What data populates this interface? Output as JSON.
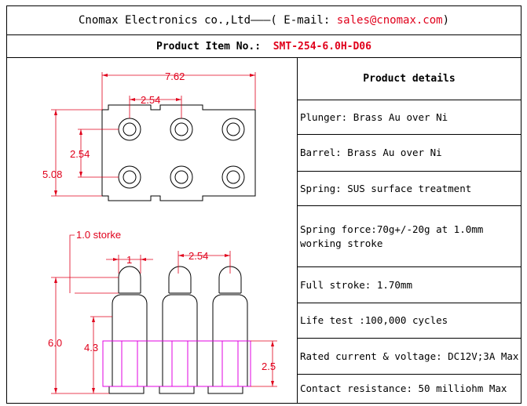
{
  "header": {
    "company": "Cnomax Electronics co.,Ltd",
    "dashes": "———(",
    "email_label": "E-mail:",
    "email": "sales@cnomax.com",
    "close": ")"
  },
  "item": {
    "label": "Product Item No.:",
    "number": "SMT-254-6.0H-D06"
  },
  "drawing": {
    "top_view": {
      "width": "7.62",
      "pitch": "2.54",
      "row_pitch": "2.54",
      "height": "5.08"
    },
    "side_view": {
      "stroke_note": "1.0 storke",
      "stroke": "1",
      "pitch": "2.54",
      "total_height": "6.0",
      "body_height": "4.3",
      "insulator_height": "2.5"
    },
    "colors": {
      "dimension": "#e0001b",
      "outline": "#000000",
      "insulator": "#e000e0"
    }
  },
  "details": {
    "title": "Product details",
    "items": [
      "Plunger: Brass Au over Ni",
      "Barrel: Brass Au over Ni",
      "Spring: SUS surface treatment",
      "Spring force:70g+/-20g at 1.0mm working stroke",
      "Full stroke: 1.70mm",
      "Life test :100,000 cycles",
      "Rated current & voltage: DC12V;3A Max",
      "Contact resistance: 50 milliohm Max"
    ]
  }
}
